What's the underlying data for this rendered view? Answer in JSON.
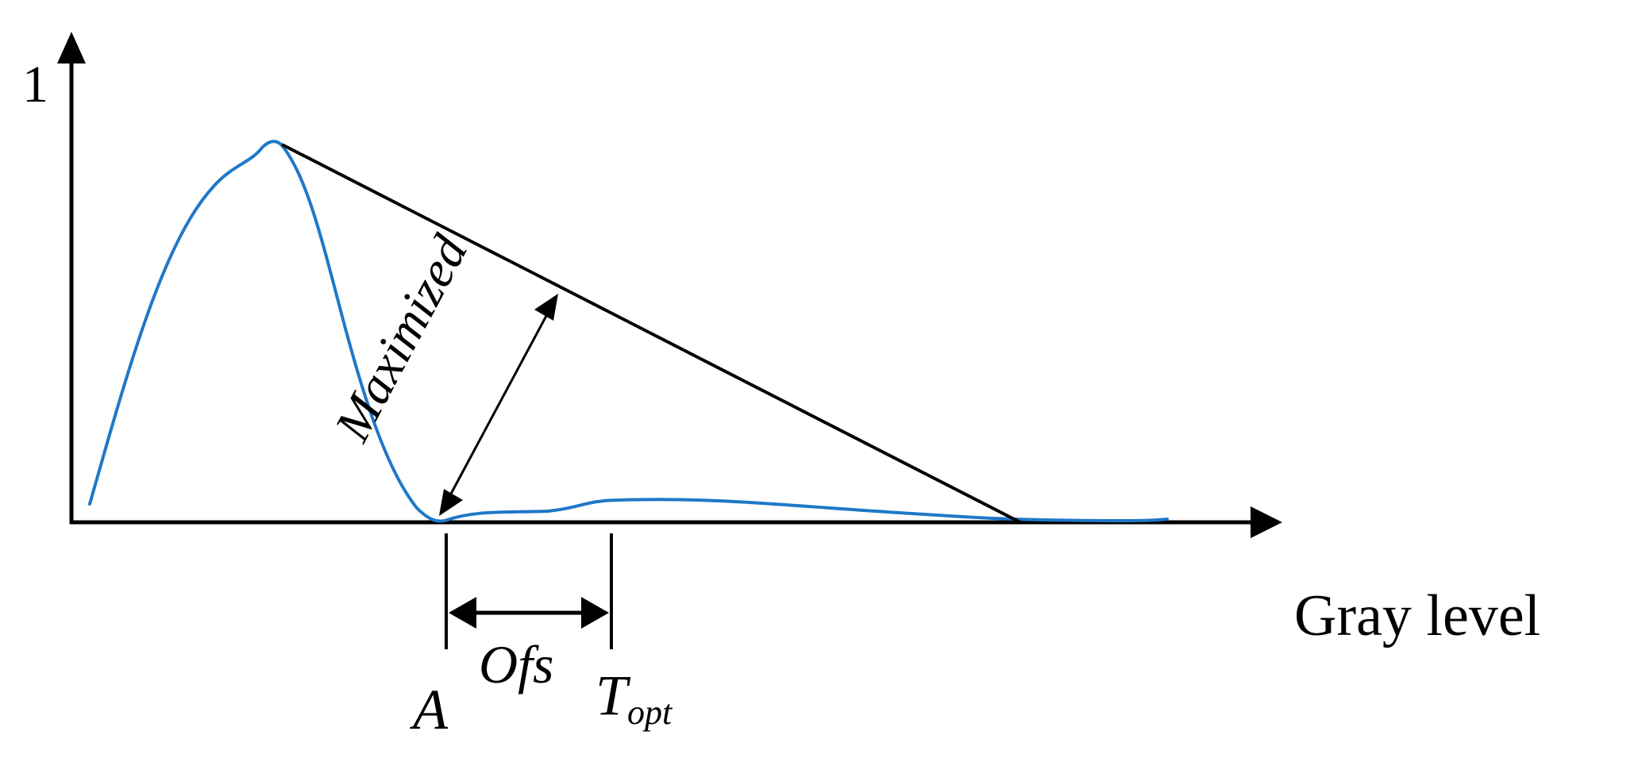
{
  "diagram": {
    "y_axis_tick_label": "1",
    "x_axis_label": "Gray level",
    "rotated_label": "Maximized",
    "point_a_label": "A",
    "offset_label": "Ofs",
    "threshold_label_main": "T",
    "threshold_label_sub": "opt",
    "colors": {
      "curve": "#1f78c8",
      "lines": "#000000",
      "background": "#ffffff"
    }
  }
}
